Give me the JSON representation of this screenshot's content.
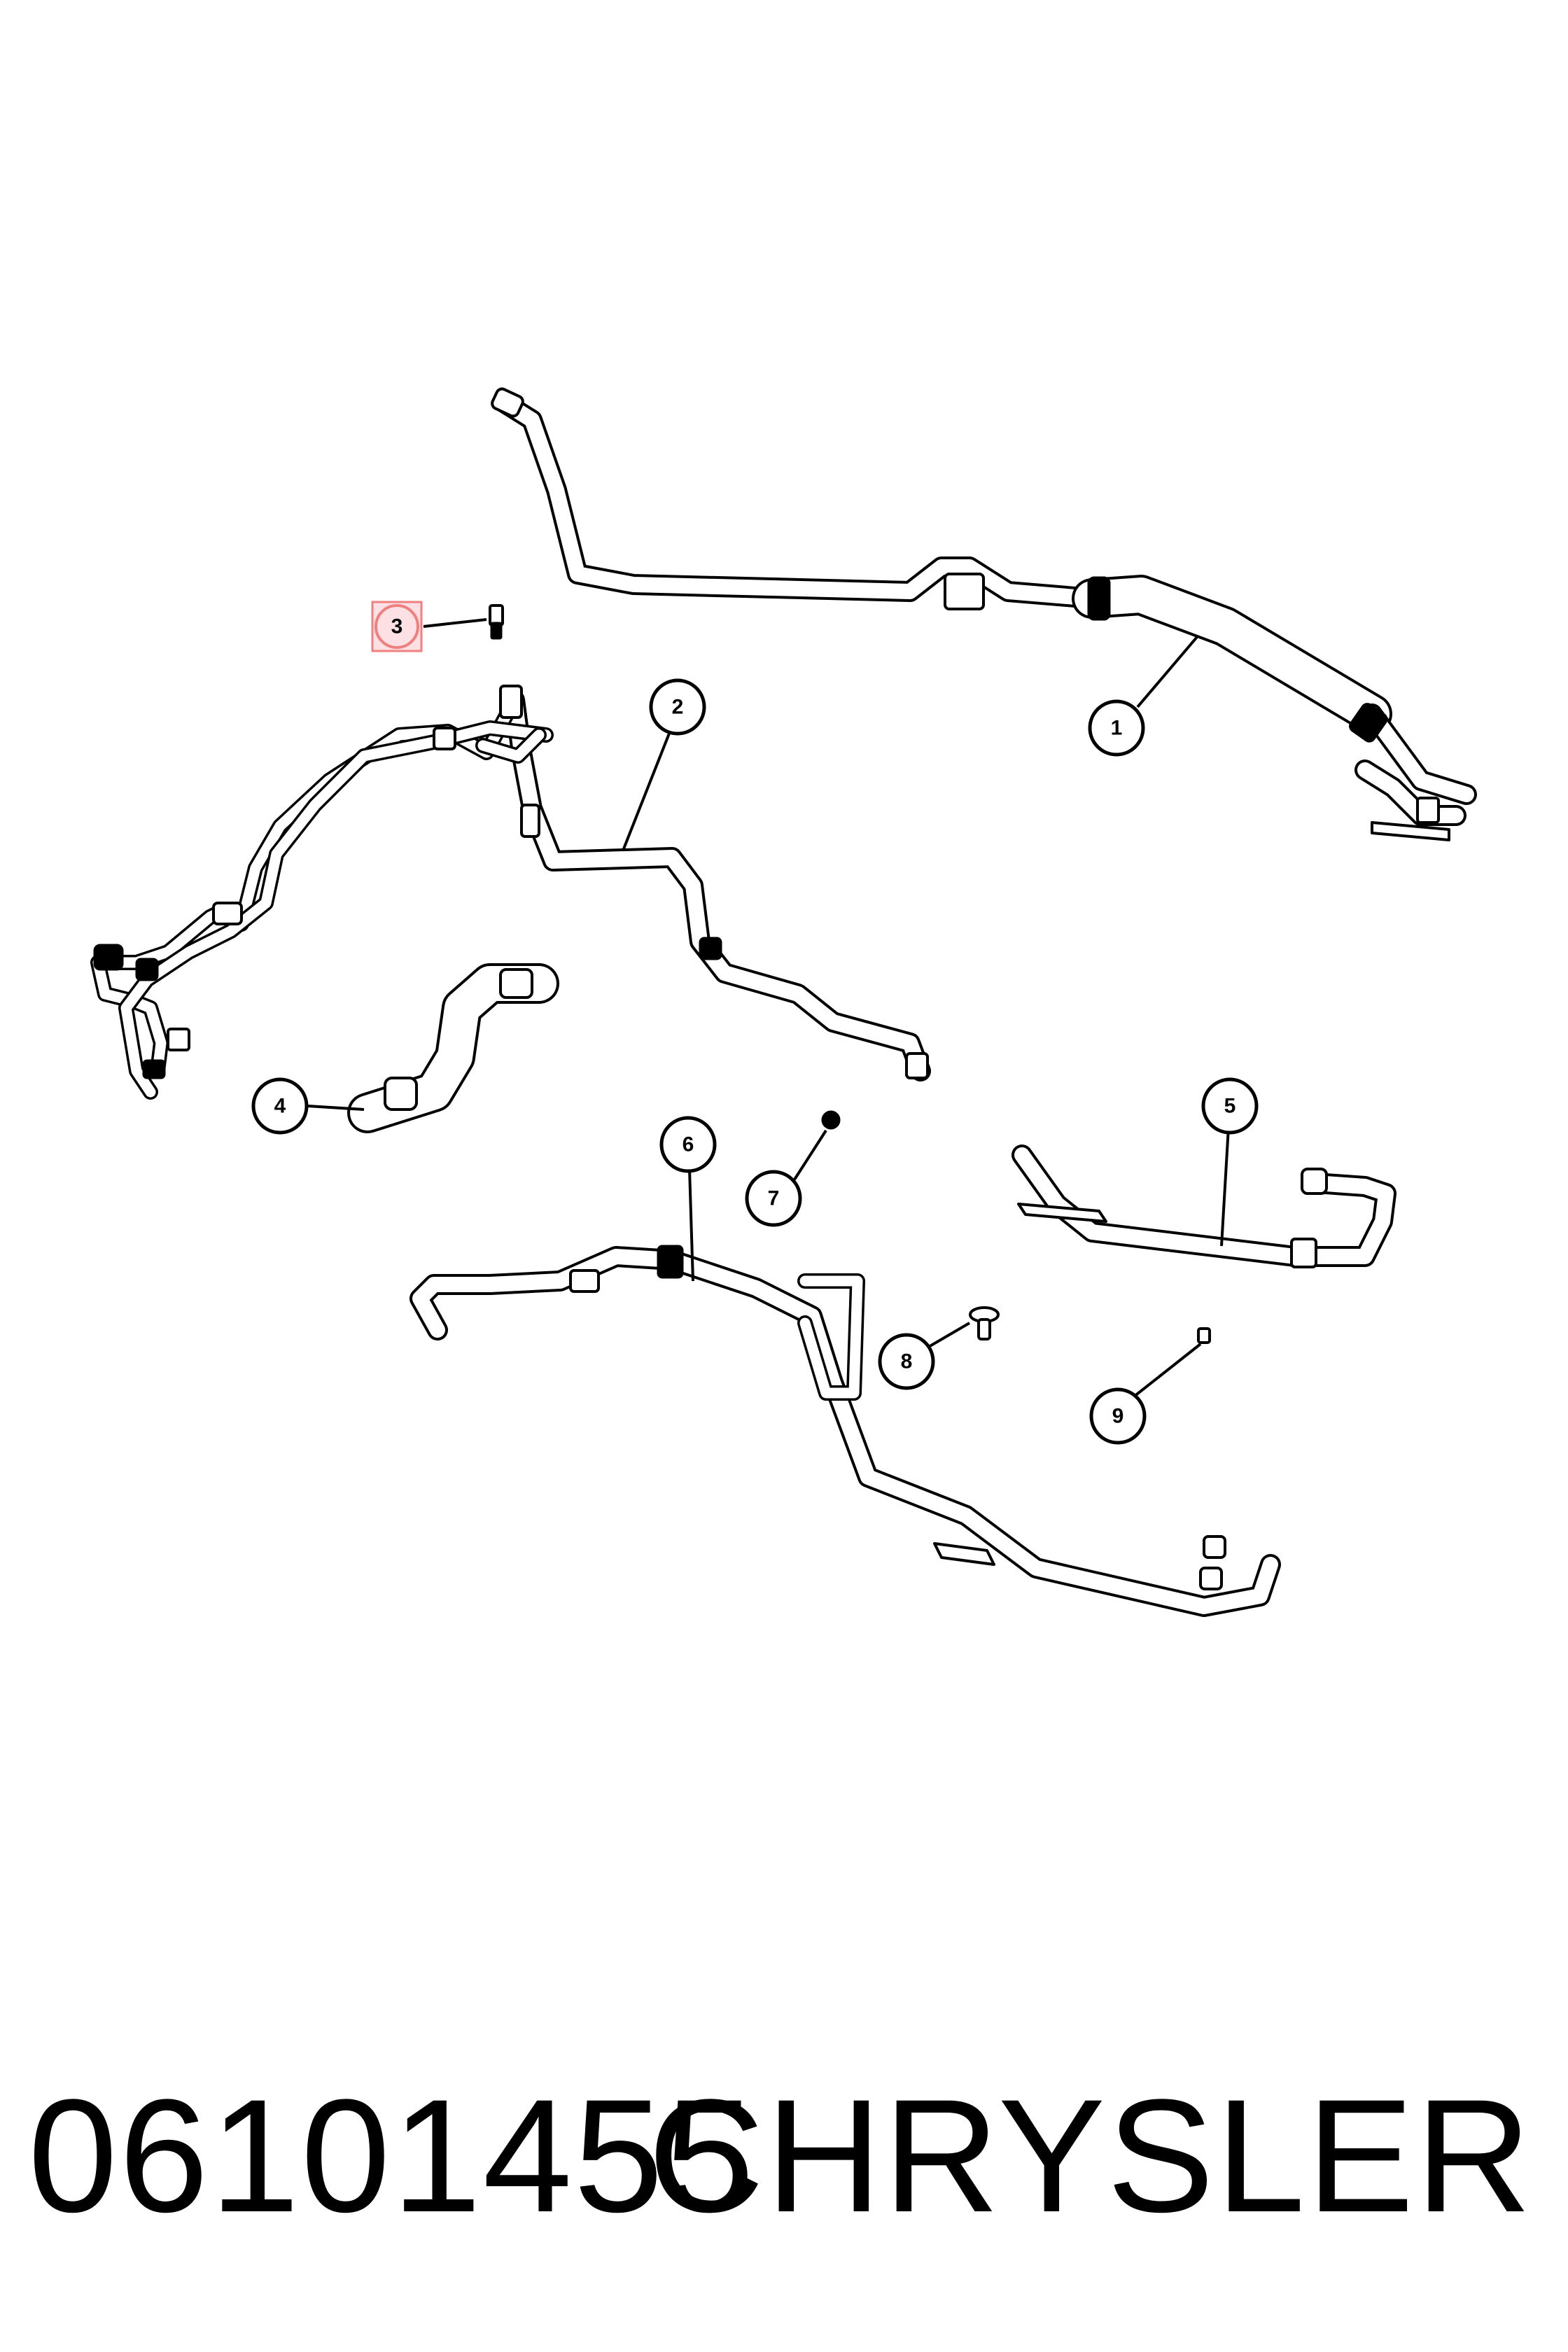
{
  "callouts": [
    {
      "id": "callout-1",
      "label": "1"
    },
    {
      "id": "callout-2",
      "label": "2"
    },
    {
      "id": "callout-3",
      "label": "3",
      "highlighted": true
    },
    {
      "id": "callout-4",
      "label": "4"
    },
    {
      "id": "callout-5",
      "label": "5"
    },
    {
      "id": "callout-6",
      "label": "6"
    },
    {
      "id": "callout-7",
      "label": "7"
    },
    {
      "id": "callout-8",
      "label": "8"
    },
    {
      "id": "callout-9",
      "label": "9"
    }
  ],
  "highlight_color": "#f08080",
  "highlight_fill": "#fde0e4",
  "footer": {
    "part_number": "06101455",
    "brand": "CHRYSLER"
  }
}
